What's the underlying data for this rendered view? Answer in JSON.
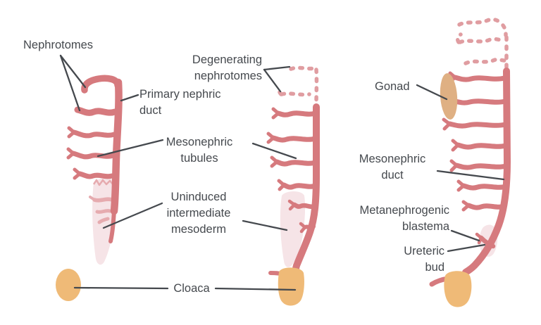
{
  "colors": {
    "background": "#ffffff",
    "duct_pink": "#d67a7e",
    "degenerating_pink": "#e09da1",
    "mesoderm_blob_pink": "#f6e4e7",
    "faded_tubule_pink": "#e6abaf",
    "cloaca_orange": "#efba77",
    "gonad_tan": "#dfb083",
    "label_gray": "#45494e",
    "line_gray": "#45494e"
  },
  "labels": {
    "nephrotomes": "Nephrotomes",
    "primary_nephric_duct": "Primary nephric\nduct",
    "degenerating_nephrotomes": "Degenerating\nnephrotomes",
    "mesonephric_tubules": "Mesonephric\ntubules",
    "uninduced_intermediate_mesoderm": "Uninduced\nintermediate\nmesoderm",
    "cloaca": "Cloaca",
    "gonad": "Gonad",
    "mesonephric_duct": "Mesonephric\nduct",
    "metanephrogenic_blastema": "Metanephrogenic\nblastema",
    "ureteric_bud": "Ureteric\nbud"
  }
}
